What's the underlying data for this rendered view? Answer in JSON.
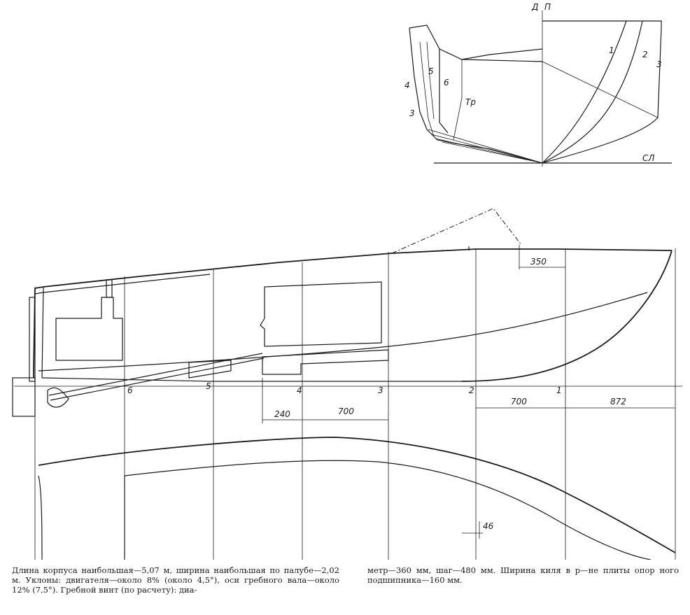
{
  "body_view": {
    "label_d": "Д",
    "label_p": "П",
    "label_cl": "СЛ",
    "label_tr": "Тр",
    "frames_right": [
      "1",
      "2",
      "3"
    ],
    "frames_left": [
      "4",
      "5",
      "6",
      "3"
    ]
  },
  "profile": {
    "frame_numbers": [
      "6",
      "5",
      "4",
      "3",
      "2",
      "1"
    ],
    "dimensions": {
      "cockpit_offset": "350",
      "span_240": "240",
      "span_700_a": "700",
      "span_700_b": "700",
      "span_872": "872",
      "deck_offset": "46"
    }
  },
  "caption": {
    "left": "Длина корпуса наибольшая—5,07 м, ширина наибольшая по палубе—2,02 м. Уклоны: двигателя—около 8% (около 4,5°), оси гребного вала—около 12% (7,5°). Гребной винт (по расчету): диа-",
    "right": "метр—360 мм, шаг—480 мм. Ширина киля в р—не плиты опор ного подшипника—160 мм."
  }
}
